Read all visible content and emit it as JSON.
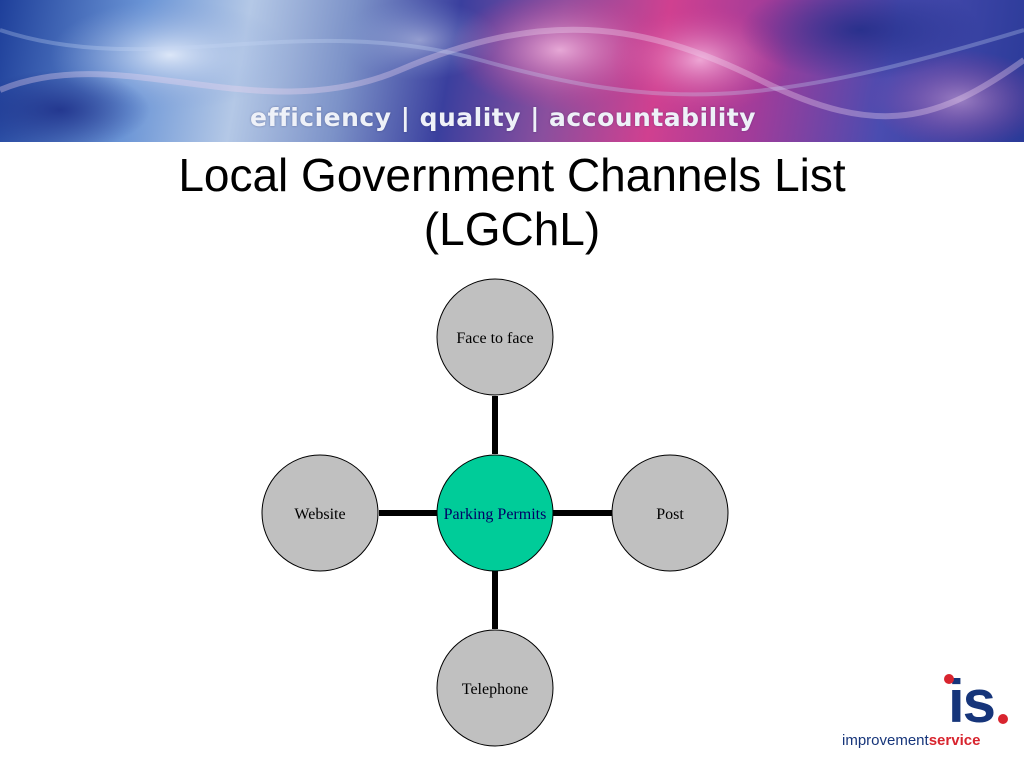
{
  "banner": {
    "tagline": "efficiency | quality | accountability"
  },
  "title": {
    "line1": "Local Government Channels List",
    "line2": "(LGChL)"
  },
  "diagram": {
    "center": {
      "label": "Parking Permits",
      "fill": "#00cc99"
    },
    "nodes": [
      {
        "label": "Face to face",
        "position": "top"
      },
      {
        "label": "Post",
        "position": "right"
      },
      {
        "label": "Telephone",
        "position": "bottom"
      },
      {
        "label": "Website",
        "position": "left"
      }
    ],
    "node_fill": "#c0c0c0",
    "connector_color": "#000000"
  },
  "logo": {
    "mark": "is",
    "word1": "improvement",
    "word2": "service",
    "colors": {
      "navy": "#16357a",
      "red": "#d8242e"
    }
  }
}
